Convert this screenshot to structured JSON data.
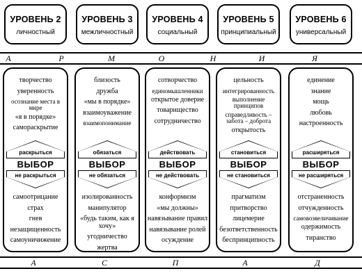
{
  "levels": [
    {
      "title": "УРОВЕНЬ 2",
      "type": "личностный",
      "positive": [
        "творчество",
        "уверенность",
        "осознание места в мире",
        "«я в порядке»",
        "самораскрытие"
      ],
      "up_label": "раскрыться",
      "choice": "ВЫБОР",
      "down_label": "не раскрыться",
      "negative": [
        "самоотрицание",
        "страх",
        "гнев",
        "незащищенность",
        "самоуничижение"
      ]
    },
    {
      "title": "УРОВЕНЬ 3",
      "type": "межличностный",
      "positive": [
        "близость",
        "дружба",
        "«мы в порядке»",
        "взаимоуважение",
        "взаимопонимание"
      ],
      "up_label": "обязаться",
      "choice": "ВЫБОР",
      "down_label": "не обязаться",
      "negative": [
        "изолированность",
        "манипулятор",
        "«будь таким, как я хочу»",
        "угодничество",
        "жертва"
      ]
    },
    {
      "title": "УРОВЕНЬ 4",
      "type": "социальный",
      "positive": [
        "сотворчество",
        "единомышленники",
        "открытое доверие",
        "товарищество",
        "сотрудничество"
      ],
      "up_label": "действовать",
      "choice": "ВЫБОР",
      "down_label": "не действовать",
      "negative": [
        "конформизм",
        "«мы должны»",
        "навязывание правил",
        "навязывание ролей",
        "осуждение"
      ]
    },
    {
      "title": "УРОВЕНЬ 5",
      "type": "принципиальный",
      "positive": [
        "цельность",
        "интегрированность",
        "выполнение принципов",
        "справедливость – забота – доброта",
        "открытость"
      ],
      "up_label": "становиться",
      "choice": "ВЫБОР",
      "down_label": "не становиться",
      "negative": [
        "прагматизм",
        "притворство",
        "лицемерие",
        "безответственность",
        "беспринципность"
      ]
    },
    {
      "title": "УРОВЕНЬ 6",
      "type": "универсальный",
      "positive": [
        "единение",
        "знание",
        "мощь",
        "любовь",
        "настроенность"
      ],
      "up_label": "расширяться",
      "choice": "ВЫБОР",
      "down_label": "не расширяться",
      "negative": [
        "отстраненность",
        "отчужденность",
        "самовозвеличивание",
        "одержимость",
        "тиранство"
      ]
    }
  ],
  "top_letters": [
    "А",
    "Р",
    "М",
    "О",
    "Н",
    "И",
    "Я"
  ],
  "bottom_letters": [
    "А",
    "С",
    "П",
    "А",
    "Д"
  ]
}
